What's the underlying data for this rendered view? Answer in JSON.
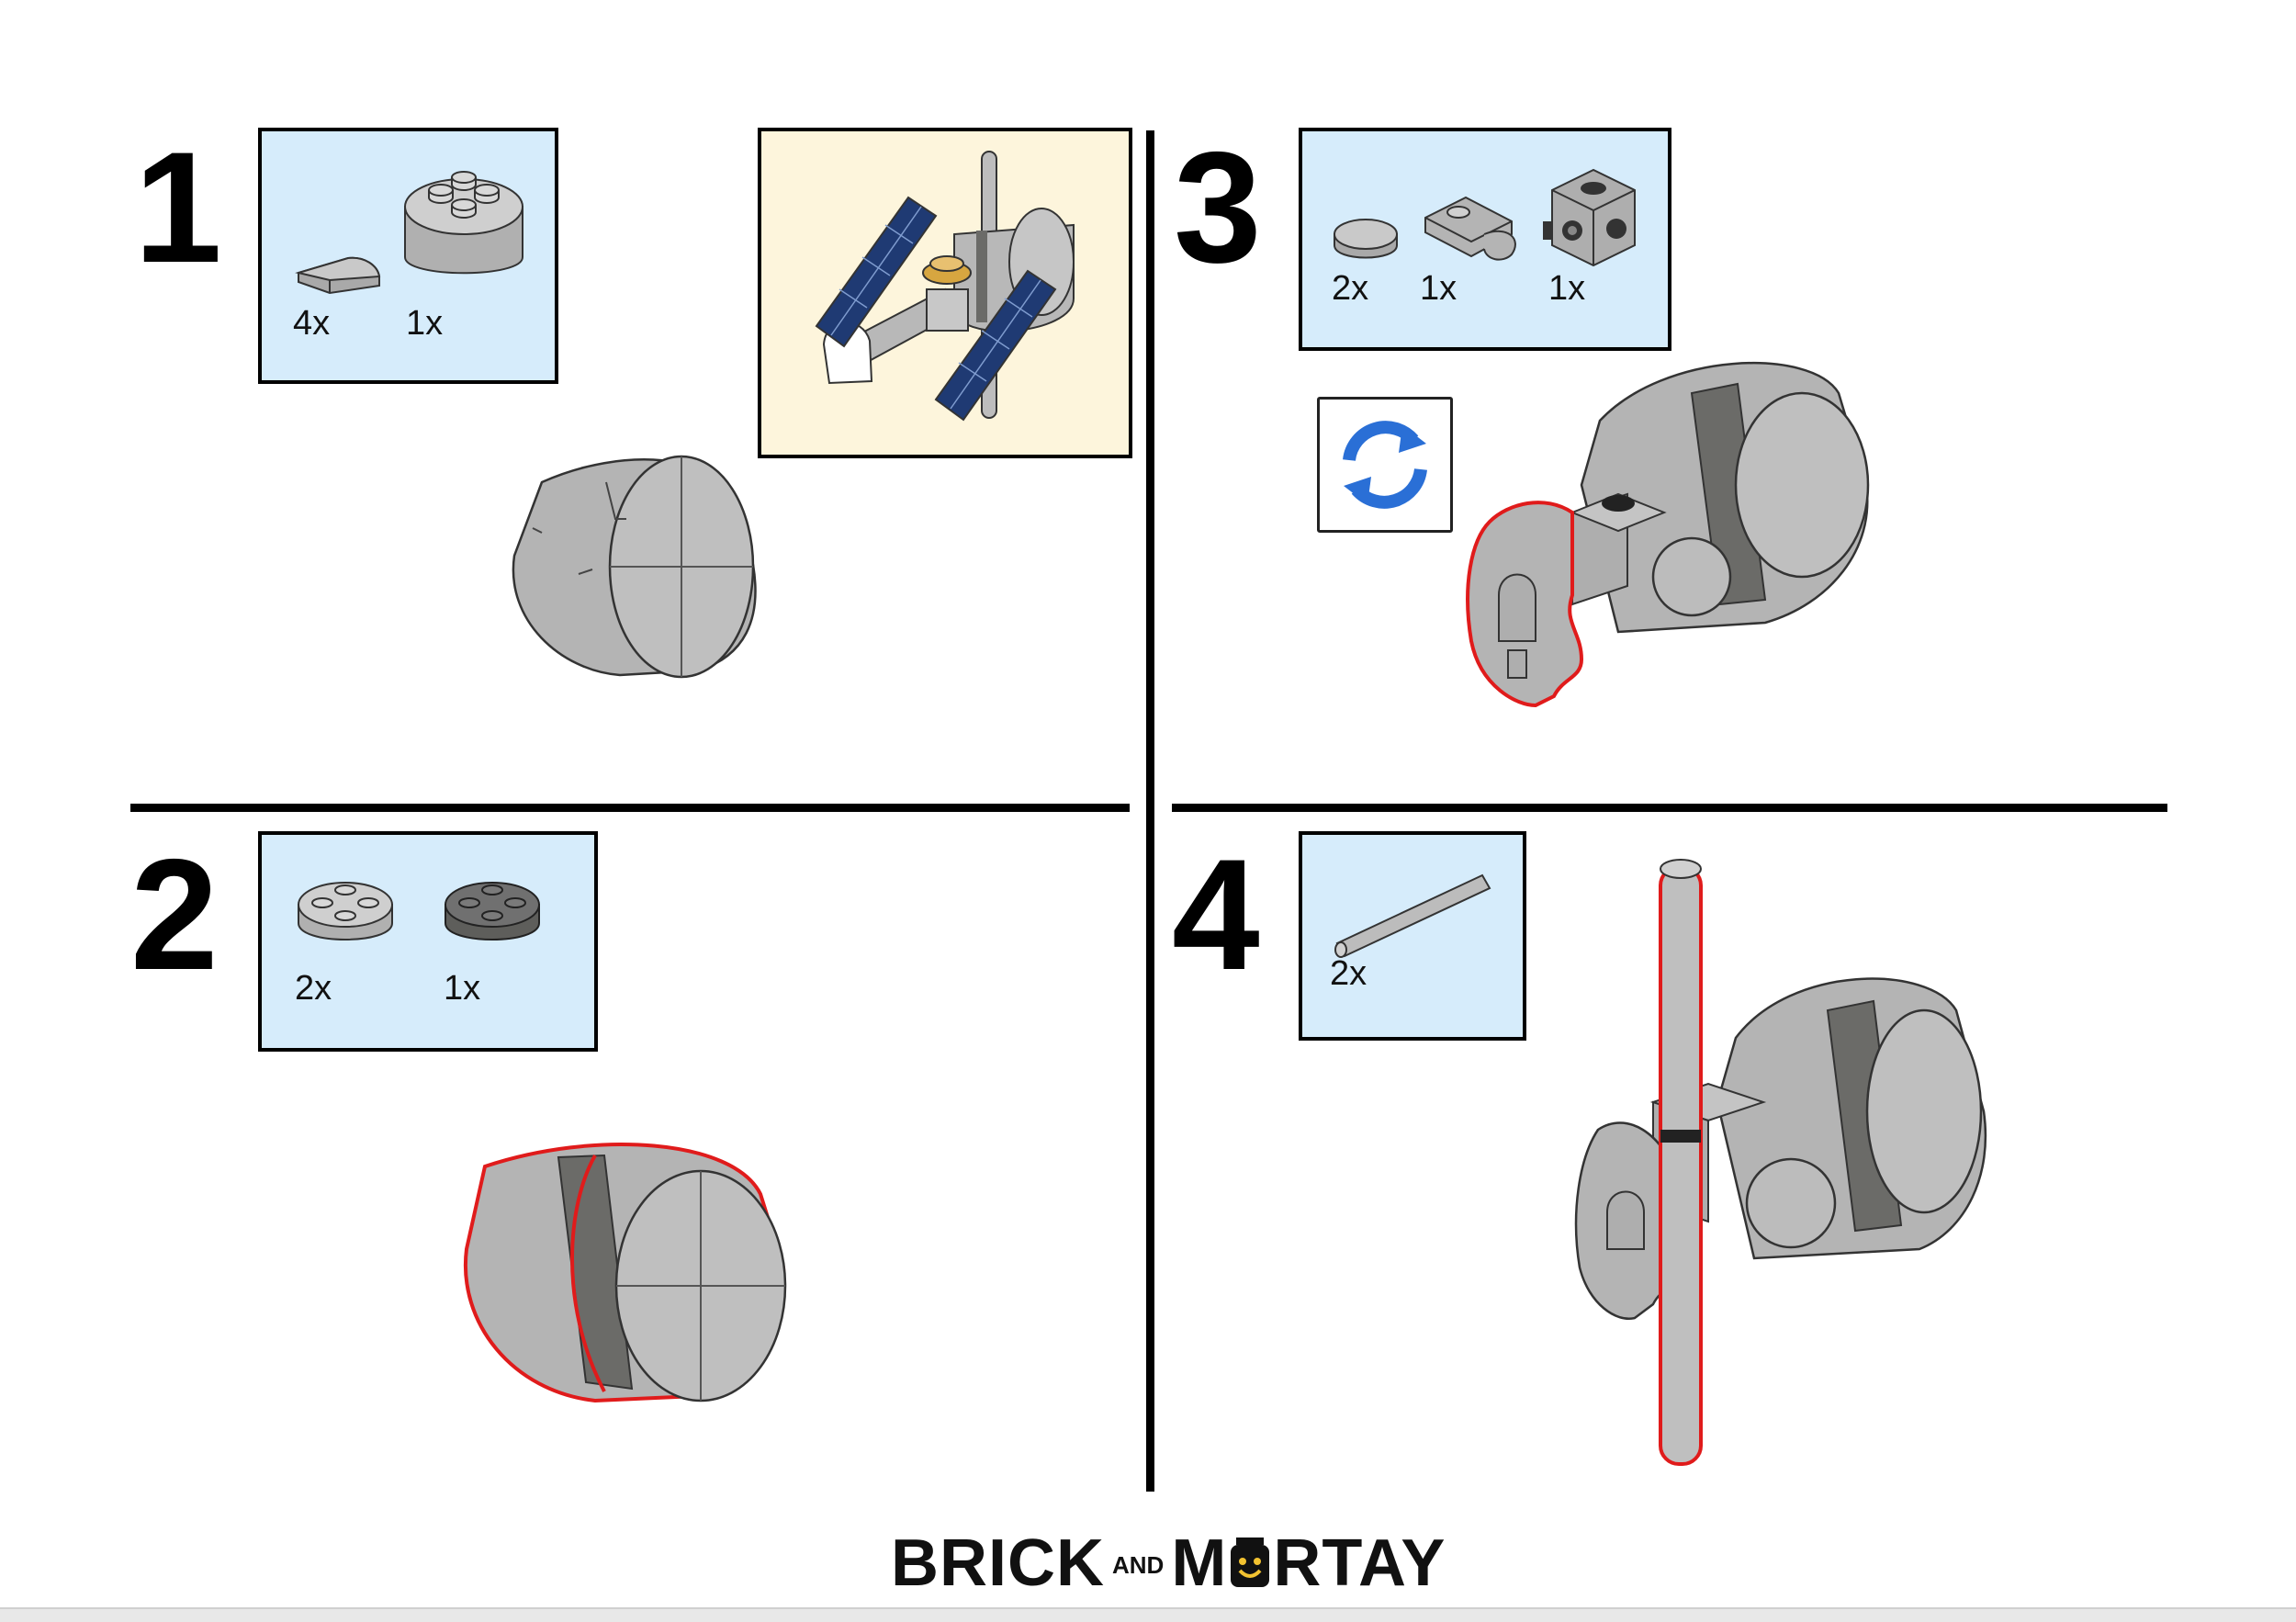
{
  "brand": {
    "word_left": "BRICK",
    "word_middle": "AND",
    "word_right_start": "M",
    "word_right_end": "RTAY"
  },
  "steps": [
    {
      "number": "1",
      "parts": [
        {
          "qty": "4x",
          "icon": "quarter-tile-icon"
        },
        {
          "qty": "1x",
          "icon": "round-brick-2x2-icon"
        }
      ]
    },
    {
      "number": "2",
      "parts": [
        {
          "qty": "2x",
          "icon": "round-plate-light-icon"
        },
        {
          "qty": "1x",
          "icon": "round-plate-dark-icon"
        }
      ]
    },
    {
      "number": "3",
      "parts": [
        {
          "qty": "2x",
          "icon": "round-tile-icon"
        },
        {
          "qty": "1x",
          "icon": "plate-with-clip-icon"
        },
        {
          "qty": "1x",
          "icon": "brick-with-studs-icon"
        }
      ],
      "rotate_icon": "rotate-arrows-icon"
    },
    {
      "number": "4",
      "parts": [
        {
          "qty": "2x",
          "icon": "bar-icon"
        }
      ]
    }
  ],
  "colors": {
    "parts_bg": "#d6ecfb",
    "preview_bg": "#fdf5dc",
    "highlight": "#e01b1b",
    "part_light": "#b9b9b9",
    "part_dark": "#6b6b68",
    "panel_blue": "#1f3a73",
    "rotate_blue": "#2a6fd6"
  }
}
